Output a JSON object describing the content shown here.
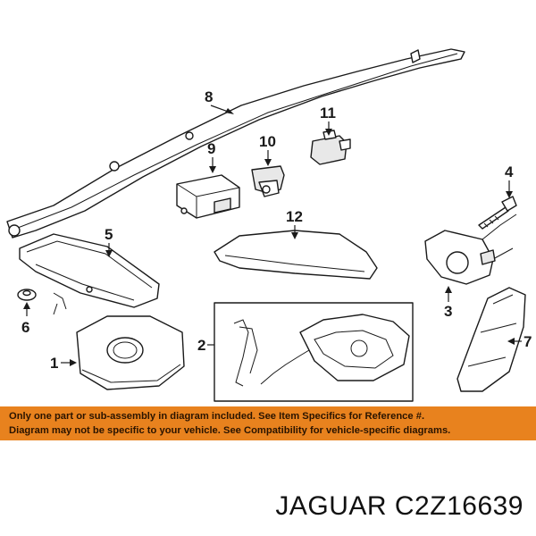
{
  "callouts": {
    "c1": "1",
    "c2": "2",
    "c3": "3",
    "c4": "4",
    "c5": "5",
    "c6": "6",
    "c7": "7",
    "c8": "8",
    "c9": "9",
    "c10": "10",
    "c11": "11",
    "c12": "12"
  },
  "disclaimer": {
    "line1": "Only one part or sub-assembly in diagram included. See Item Specifics for Reference #.",
    "line2": "Diagram may not be specific to your vehicle. See Compatibility for vehicle-specific diagrams."
  },
  "part_label": "JAGUAR C2Z16639",
  "colors": {
    "banner": "#e8821e",
    "line": "#1a1a1a"
  }
}
